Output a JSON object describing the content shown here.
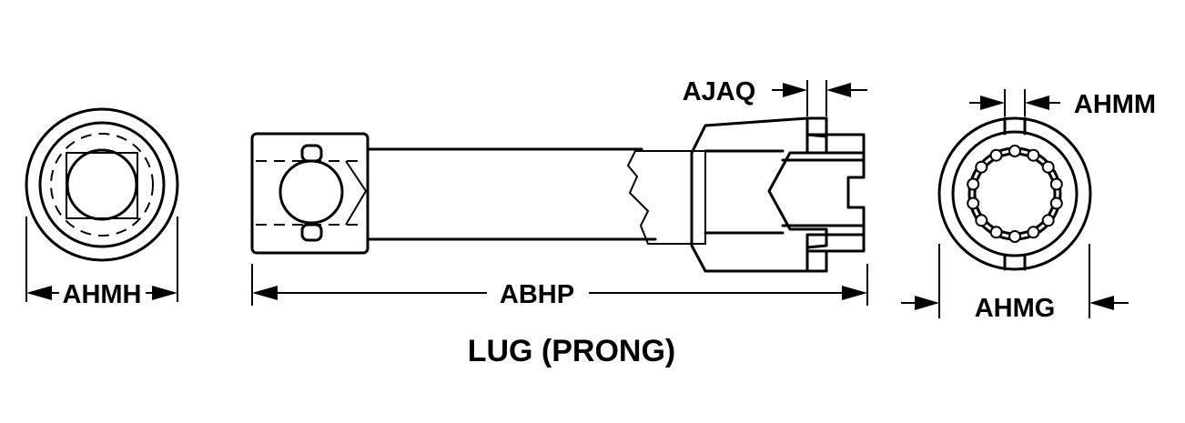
{
  "dimensions": {
    "ahmh": "AHMH",
    "abhp": "ABHP",
    "ajaq": "AJAQ",
    "ahmm": "AHMM",
    "ahmg": "AHMG"
  },
  "caption": "LUG (PRONG)"
}
